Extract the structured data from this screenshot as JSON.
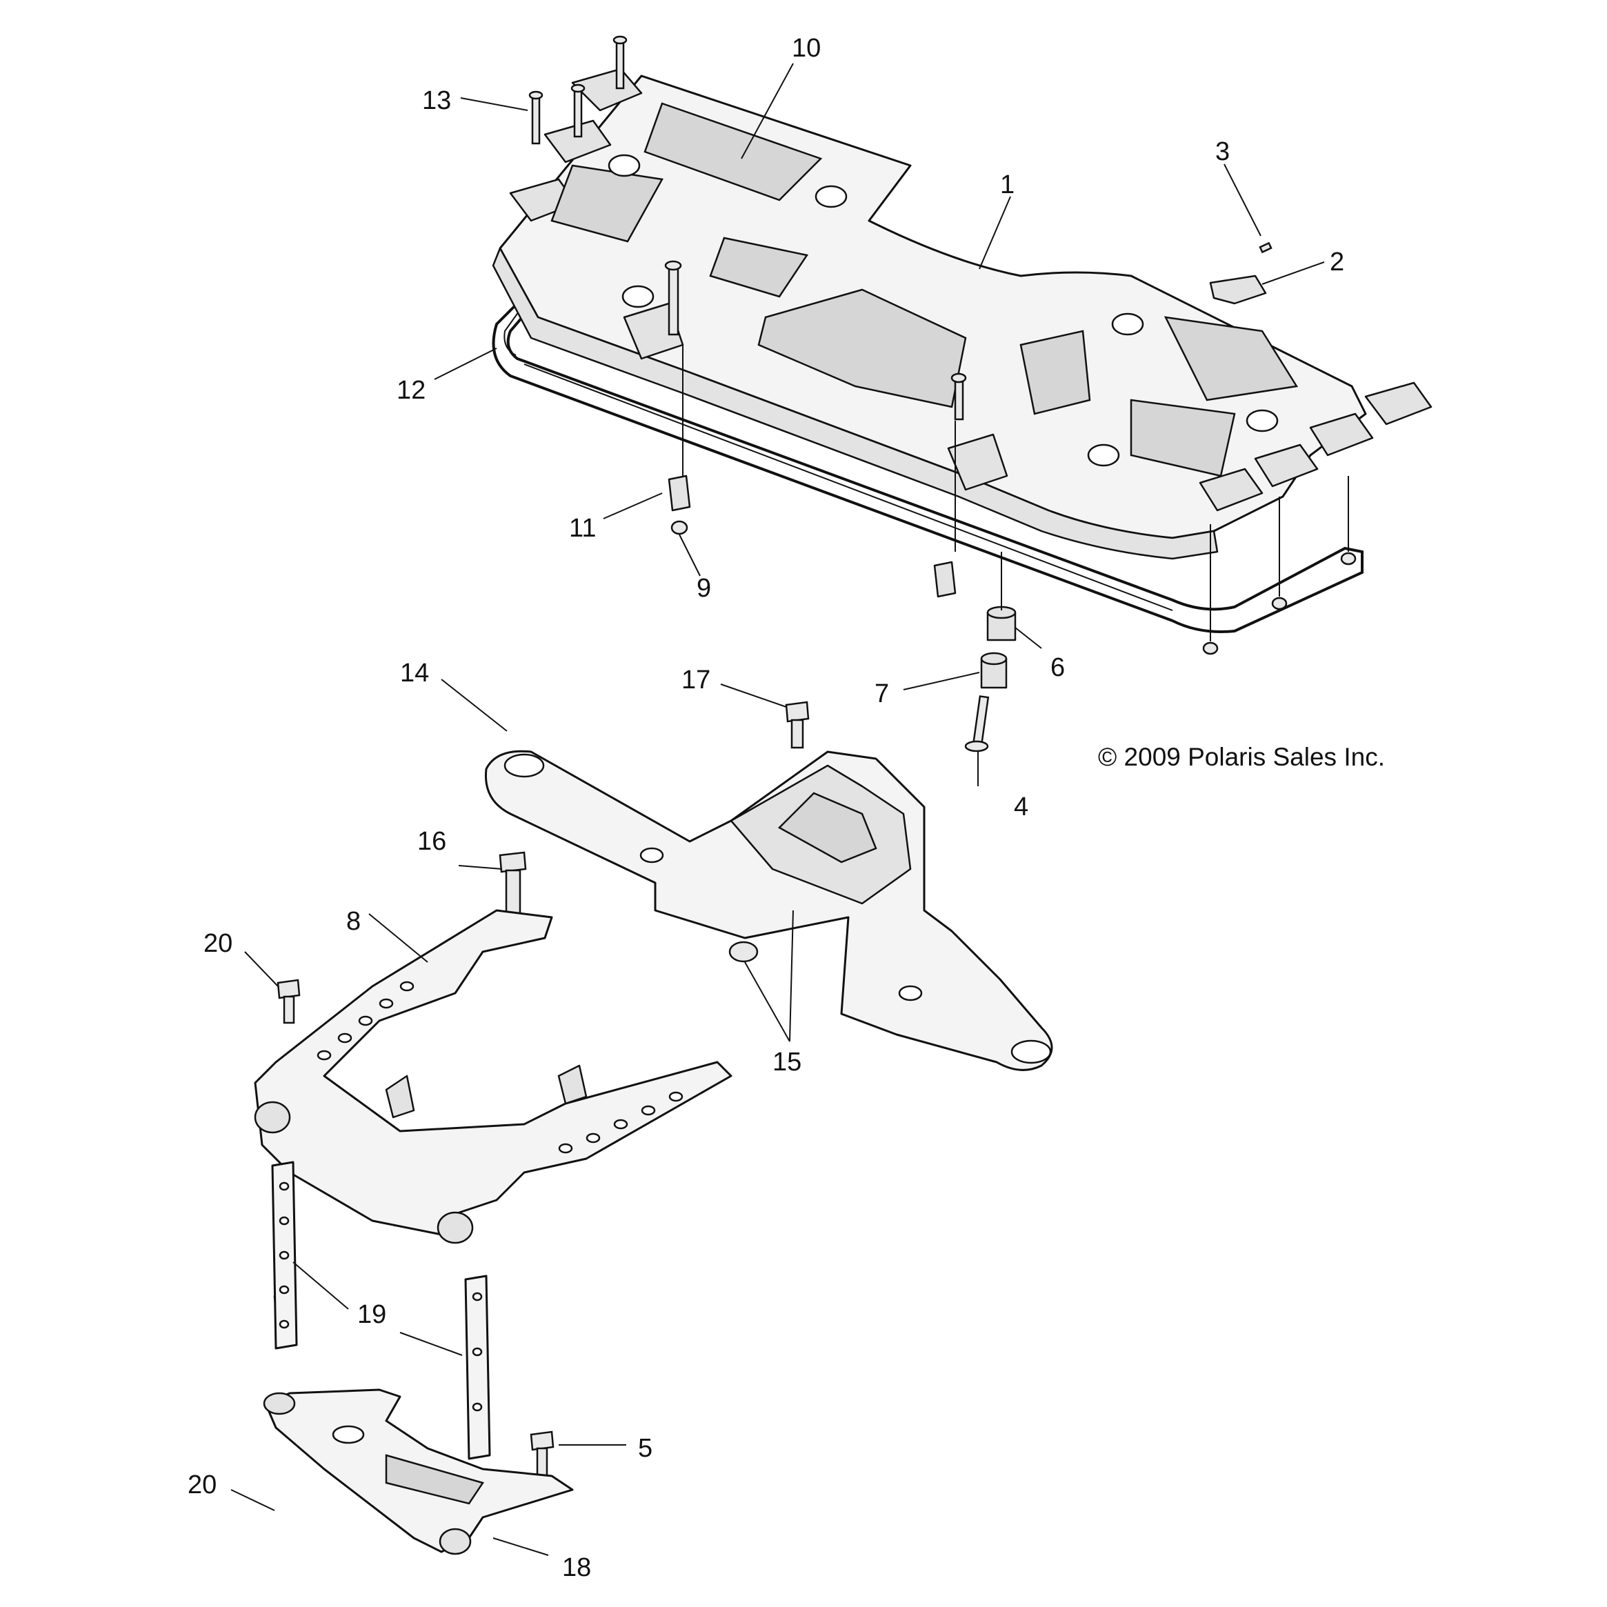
{
  "diagram": {
    "copyright": "© 2009 Polaris Sales Inc.",
    "callouts": [
      {
        "id": "1",
        "label": "1"
      },
      {
        "id": "2",
        "label": "2"
      },
      {
        "id": "3",
        "label": "3"
      },
      {
        "id": "4",
        "label": "4"
      },
      {
        "id": "5",
        "label": "5"
      },
      {
        "id": "6",
        "label": "6"
      },
      {
        "id": "7",
        "label": "7"
      },
      {
        "id": "8",
        "label": "8"
      },
      {
        "id": "9",
        "label": "9"
      },
      {
        "id": "10",
        "label": "10"
      },
      {
        "id": "11",
        "label": "11"
      },
      {
        "id": "12",
        "label": "12"
      },
      {
        "id": "13",
        "label": "13"
      },
      {
        "id": "14",
        "label": "14"
      },
      {
        "id": "15",
        "label": "15"
      },
      {
        "id": "16",
        "label": "16"
      },
      {
        "id": "17",
        "label": "17"
      },
      {
        "id": "18",
        "label": "18"
      },
      {
        "id": "19",
        "label": "19"
      },
      {
        "id": "20a",
        "label": "20"
      },
      {
        "id": "20b",
        "label": "20"
      }
    ]
  }
}
